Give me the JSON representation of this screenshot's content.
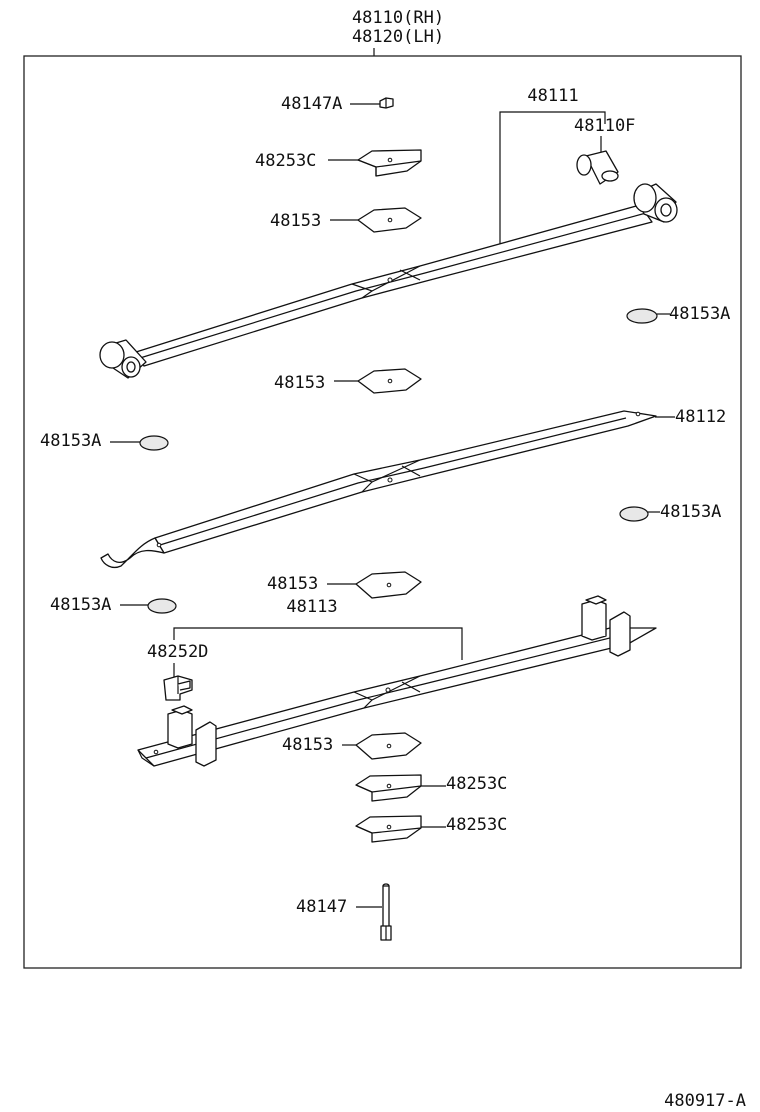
{
  "assembly": {
    "top_label_rh": "48110(RH)",
    "top_label_lh": "48120(LH)"
  },
  "callouts": {
    "c_48147A": "48147A",
    "c_48111": "48111",
    "c_48110F": "48110F",
    "c_48253C_top": "48253C",
    "c_48153_top": "48153",
    "c_48153A_right1": "48153A",
    "c_48153_mid1": "48153",
    "c_48112": "48112",
    "c_48153A_left1": "48153A",
    "c_48153A_right2": "48153A",
    "c_48153_mid2": "48153",
    "c_48153A_left2": "48153A",
    "c_48113": "48113",
    "c_48252D": "48252D",
    "c_48153_low": "48153",
    "c_48253C_low1": "48253C",
    "c_48253C_low2": "48253C",
    "c_48147": "48147"
  },
  "diagram_code": "480917-A"
}
